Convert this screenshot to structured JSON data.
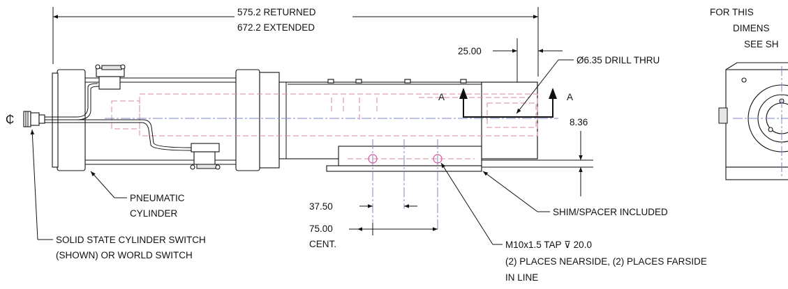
{
  "dimensions": {
    "overall_returned": "575.2 RETURNED",
    "overall_extended": "672.2 EXTENDED",
    "offset_25": "25.00",
    "height_836": "8.36",
    "spacing_3750": "37.50",
    "spacing_7500": "75.00",
    "cent": "CENT."
  },
  "callouts": {
    "drill": "Ø6.35 DRILL THRU",
    "section_a_left": "A",
    "section_a_right": "A",
    "centerline_symbol": "₵",
    "pneumatic_line1": "PNEUMATIC",
    "pneumatic_line2": "CYLINDER",
    "switch_line1": "SOLID STATE CYLINDER SWITCH",
    "switch_line2": "(SHOWN) OR WORLD SWITCH",
    "shim": "SHIM/SPACER INCLUDED",
    "tap_line1": "M10x1.5 TAP ⊽ 20.0",
    "tap_line2": "(2) PLACES NEARSIDE, (2) PLACES FARSIDE",
    "tap_line3": "IN LINE"
  },
  "side_note": {
    "line1": "FOR THIS",
    "line2": "DIMENS",
    "line3": "SEE SH"
  }
}
